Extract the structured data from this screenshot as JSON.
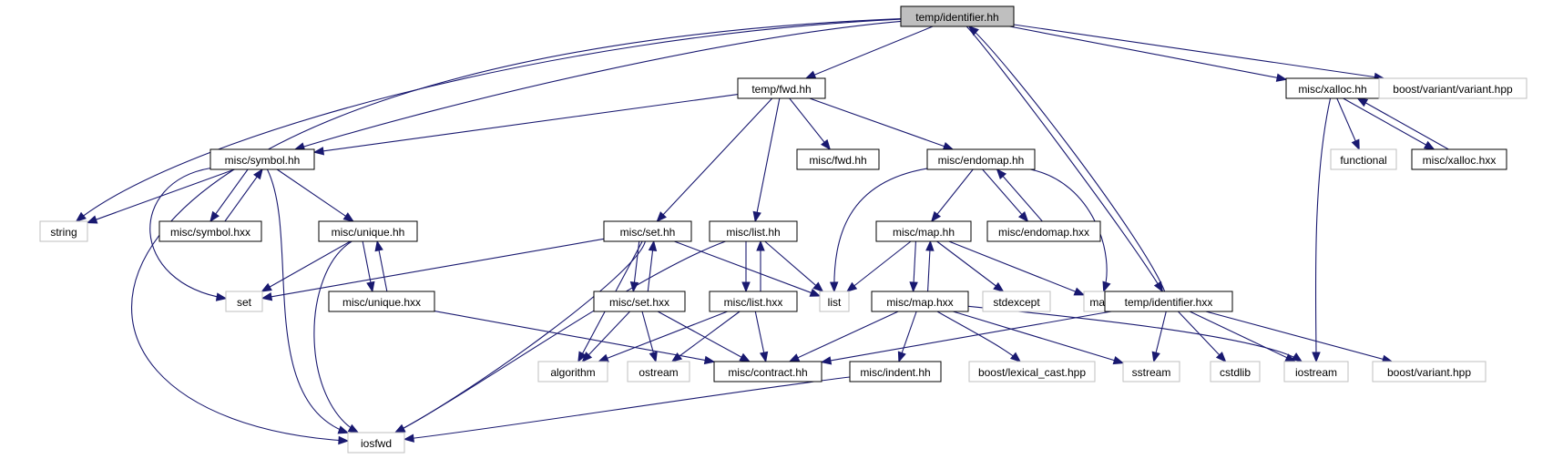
{
  "graph": {
    "edge_color": "#191970",
    "node_styles": {
      "root": {
        "fill": "#bfbfbf",
        "stroke": "#000000",
        "text": "#000000"
      },
      "documented": {
        "fill": "#ffffff",
        "stroke": "#000000",
        "text": "#000000"
      },
      "external": {
        "fill": "#ffffff",
        "stroke": "#bfbfbf",
        "text": "#000000"
      }
    },
    "nodes": [
      {
        "id": "identifier_hh",
        "label": "temp/identifier.hh",
        "kind": "root"
      },
      {
        "id": "fwd_hh",
        "label": "temp/fwd.hh",
        "kind": "documented"
      },
      {
        "id": "xalloc_hh",
        "label": "misc/xalloc.hh",
        "kind": "documented"
      },
      {
        "id": "boost_variant_variant",
        "label": "boost/variant/variant.hpp",
        "kind": "external"
      },
      {
        "id": "symbol_hh",
        "label": "misc/symbol.hh",
        "kind": "documented"
      },
      {
        "id": "misc_fwd_hh",
        "label": "misc/fwd.hh",
        "kind": "documented"
      },
      {
        "id": "endomap_hh",
        "label": "misc/endomap.hh",
        "kind": "documented"
      },
      {
        "id": "functional",
        "label": "functional",
        "kind": "external"
      },
      {
        "id": "xalloc_hxx",
        "label": "misc/xalloc.hxx",
        "kind": "documented"
      },
      {
        "id": "string",
        "label": "string",
        "kind": "external"
      },
      {
        "id": "symbol_hxx",
        "label": "misc/symbol.hxx",
        "kind": "documented"
      },
      {
        "id": "unique_hh",
        "label": "misc/unique.hh",
        "kind": "documented"
      },
      {
        "id": "set_hh",
        "label": "misc/set.hh",
        "kind": "documented"
      },
      {
        "id": "list_hh",
        "label": "misc/list.hh",
        "kind": "documented"
      },
      {
        "id": "map_hh",
        "label": "misc/map.hh",
        "kind": "documented"
      },
      {
        "id": "endomap_hxx",
        "label": "misc/endomap.hxx",
        "kind": "documented"
      },
      {
        "id": "set",
        "label": "set",
        "kind": "external"
      },
      {
        "id": "unique_hxx",
        "label": "misc/unique.hxx",
        "kind": "documented"
      },
      {
        "id": "set_hxx",
        "label": "misc/set.hxx",
        "kind": "documented"
      },
      {
        "id": "list",
        "label": "list",
        "kind": "external"
      },
      {
        "id": "list_hxx",
        "label": "misc/list.hxx",
        "kind": "documented"
      },
      {
        "id": "map_hxx",
        "label": "misc/map.hxx",
        "kind": "documented"
      },
      {
        "id": "stdexcept",
        "label": "stdexcept",
        "kind": "external"
      },
      {
        "id": "map",
        "label": "map",
        "kind": "external"
      },
      {
        "id": "identifier_hxx",
        "label": "temp/identifier.hxx",
        "kind": "documented"
      },
      {
        "id": "algorithm",
        "label": "algorithm",
        "kind": "external"
      },
      {
        "id": "ostream",
        "label": "ostream",
        "kind": "external"
      },
      {
        "id": "contract_hh",
        "label": "misc/contract.hh",
        "kind": "documented"
      },
      {
        "id": "indent_hh",
        "label": "misc/indent.hh",
        "kind": "documented"
      },
      {
        "id": "lexical_cast",
        "label": "boost/lexical_cast.hpp",
        "kind": "external"
      },
      {
        "id": "sstream",
        "label": "sstream",
        "kind": "external"
      },
      {
        "id": "cstdlib",
        "label": "cstdlib",
        "kind": "external"
      },
      {
        "id": "iostream",
        "label": "iostream",
        "kind": "external"
      },
      {
        "id": "boost_variant",
        "label": "boost/variant.hpp",
        "kind": "external"
      },
      {
        "id": "iosfwd",
        "label": "iosfwd",
        "kind": "external"
      }
    ],
    "edges": [
      [
        "identifier_hh",
        "fwd_hh"
      ],
      [
        "identifier_hh",
        "xalloc_hh"
      ],
      [
        "identifier_hh",
        "boost_variant_variant"
      ],
      [
        "identifier_hh",
        "symbol_hh"
      ],
      [
        "identifier_hh",
        "string"
      ],
      [
        "identifier_hh",
        "iosfwd"
      ],
      [
        "identifier_hh",
        "identifier_hxx"
      ],
      [
        "identifier_hxx",
        "identifier_hh"
      ],
      [
        "fwd_hh",
        "symbol_hh"
      ],
      [
        "fwd_hh",
        "misc_fwd_hh"
      ],
      [
        "fwd_hh",
        "endomap_hh"
      ],
      [
        "fwd_hh",
        "set_hh"
      ],
      [
        "fwd_hh",
        "list_hh"
      ],
      [
        "xalloc_hh",
        "functional"
      ],
      [
        "xalloc_hh",
        "xalloc_hxx"
      ],
      [
        "xalloc_hxx",
        "xalloc_hh"
      ],
      [
        "xalloc_hh",
        "iostream"
      ],
      [
        "symbol_hh",
        "string"
      ],
      [
        "symbol_hh",
        "symbol_hxx"
      ],
      [
        "symbol_hxx",
        "symbol_hh"
      ],
      [
        "symbol_hh",
        "unique_hh"
      ],
      [
        "symbol_hh",
        "set"
      ],
      [
        "symbol_hh",
        "iosfwd"
      ],
      [
        "unique_hh",
        "set"
      ],
      [
        "unique_hh",
        "unique_hxx"
      ],
      [
        "unique_hxx",
        "unique_hh"
      ],
      [
        "unique_hh",
        "iosfwd"
      ],
      [
        "unique_hxx",
        "contract_hh"
      ],
      [
        "endomap_hh",
        "list"
      ],
      [
        "endomap_hh",
        "map_hh"
      ],
      [
        "endomap_hh",
        "endomap_hxx"
      ],
      [
        "endomap_hxx",
        "endomap_hh"
      ],
      [
        "endomap_hh",
        "map"
      ],
      [
        "set_hh",
        "set"
      ],
      [
        "set_hh",
        "list"
      ],
      [
        "set_hh",
        "set_hxx"
      ],
      [
        "set_hxx",
        "set_hh"
      ],
      [
        "set_hh",
        "algorithm"
      ],
      [
        "set_hh",
        "iosfwd"
      ],
      [
        "set_hxx",
        "algorithm"
      ],
      [
        "set_hxx",
        "ostream"
      ],
      [
        "set_hxx",
        "contract_hh"
      ],
      [
        "list_hh",
        "list"
      ],
      [
        "list_hh",
        "list_hxx"
      ],
      [
        "list_hxx",
        "list_hh"
      ],
      [
        "list_hh",
        "iosfwd"
      ],
      [
        "list_hxx",
        "algorithm"
      ],
      [
        "list_hxx",
        "ostream"
      ],
      [
        "list_hxx",
        "contract_hh"
      ],
      [
        "map_hh",
        "list"
      ],
      [
        "map_hh",
        "map_hxx"
      ],
      [
        "map_hxx",
        "map_hh"
      ],
      [
        "map_hh",
        "stdexcept"
      ],
      [
        "map_hh",
        "map"
      ],
      [
        "map_hxx",
        "contract_hh"
      ],
      [
        "map_hxx",
        "indent_hh"
      ],
      [
        "map_hxx",
        "lexical_cast"
      ],
      [
        "map_hxx",
        "sstream"
      ],
      [
        "map_hxx",
        "iostream"
      ],
      [
        "indent_hh",
        "iosfwd"
      ],
      [
        "identifier_hxx",
        "contract_hh"
      ],
      [
        "identifier_hxx",
        "sstream"
      ],
      [
        "identifier_hxx",
        "cstdlib"
      ],
      [
        "identifier_hxx",
        "iostream"
      ],
      [
        "identifier_hxx",
        "boost_variant"
      ]
    ]
  }
}
